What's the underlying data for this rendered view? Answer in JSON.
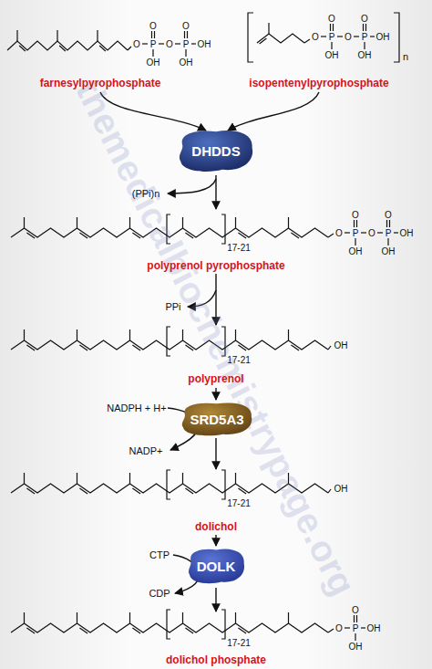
{
  "diagram": {
    "nodes": [
      {
        "text": [
          "DHDDS"
        ]
      },
      {
        "text": [
          "SRD5A3"
        ]
      },
      {
        "text": [
          "DOLK"
        ]
      }
    ],
    "labels": [
      "farnesylpyrophosphate",
      "isopentenylpyrophosphate",
      "n",
      "(PPi)n",
      "polyprenol pyrophosphate",
      "17-21",
      "PPi",
      "polyprenol",
      "17-21",
      "NADPH + H+",
      "NADP+",
      "dolichol",
      "17-21",
      "CTP",
      "CDP",
      "dolichol phosphate",
      "17-21",
      "themedicalbiochemistrypage.org",
      "O",
      "P",
      "O",
      "P",
      "OH",
      "O",
      "O",
      "OH",
      "OH",
      "O",
      "P",
      "O",
      "P",
      "OH",
      "O",
      "O",
      "OH",
      "OH",
      "O",
      "P",
      "O",
      "P",
      "OH",
      "O",
      "O",
      "OH",
      "OH",
      "OH",
      "OH",
      "O",
      "P",
      "OH",
      "O",
      "OH"
    ]
  }
}
